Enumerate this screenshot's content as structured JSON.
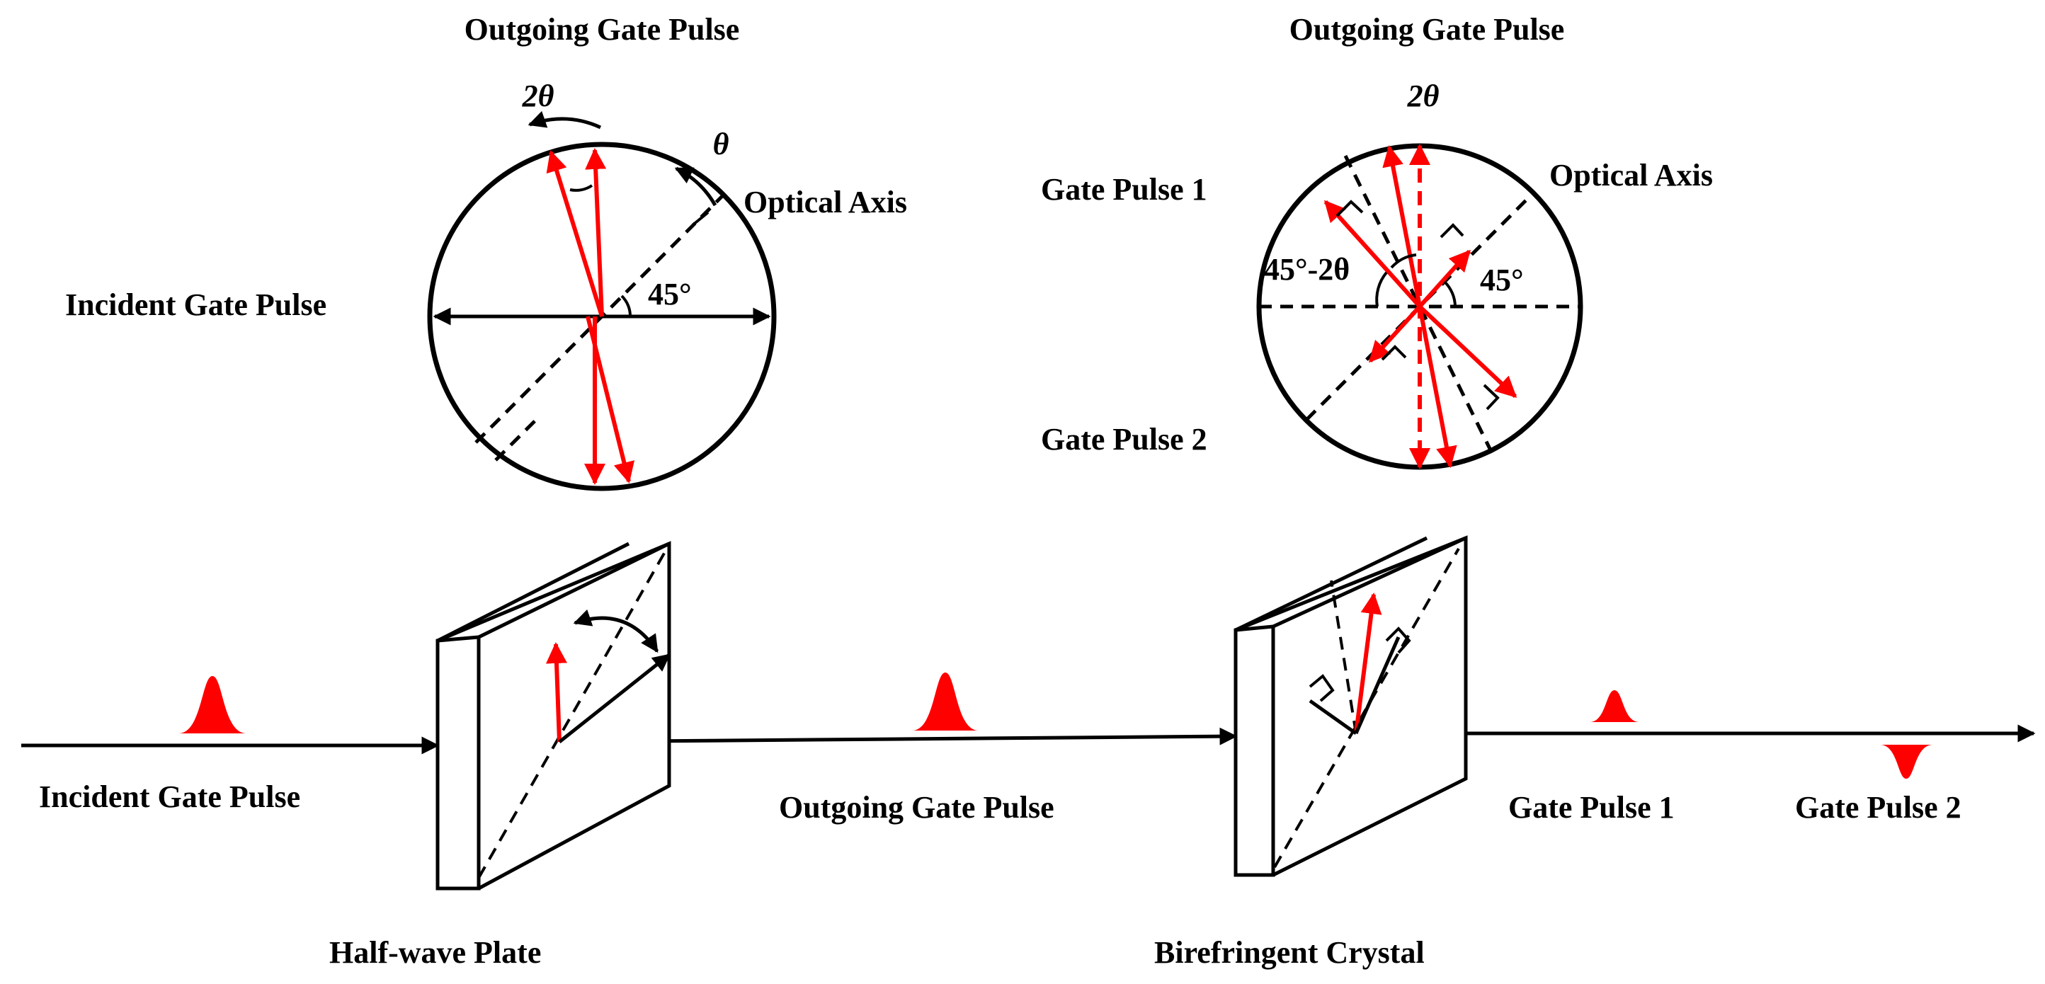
{
  "colors": {
    "ink": "#000000",
    "pulse": "#ff0000",
    "background": "#ffffff"
  },
  "left_circle": {
    "title": "Outgoing Gate Pulse",
    "rotation_label": "2θ",
    "theta_label": "θ",
    "axis_label": "Optical  Axis",
    "incident_label": "Incident Gate Pulse",
    "angle_label": "45°"
  },
  "right_circle": {
    "title": "Outgoing Gate Pulse",
    "rotation_label": "2θ",
    "axis_label": "Optical  Axis",
    "gate1_label": "Gate Pulse 1",
    "gate2_label": "Gate Pulse 2",
    "angle_left_label": "45°-2θ",
    "angle_right_label": "45°"
  },
  "bottom": {
    "incident_label": "Incident Gate Pulse",
    "outgoing_label": "Outgoing Gate Pulse",
    "gate1_label": "Gate Pulse 1",
    "gate2_label": "Gate Pulse 2",
    "plate_label": "Half-wave Plate",
    "crystal_label": "Birefringent Crystal"
  }
}
